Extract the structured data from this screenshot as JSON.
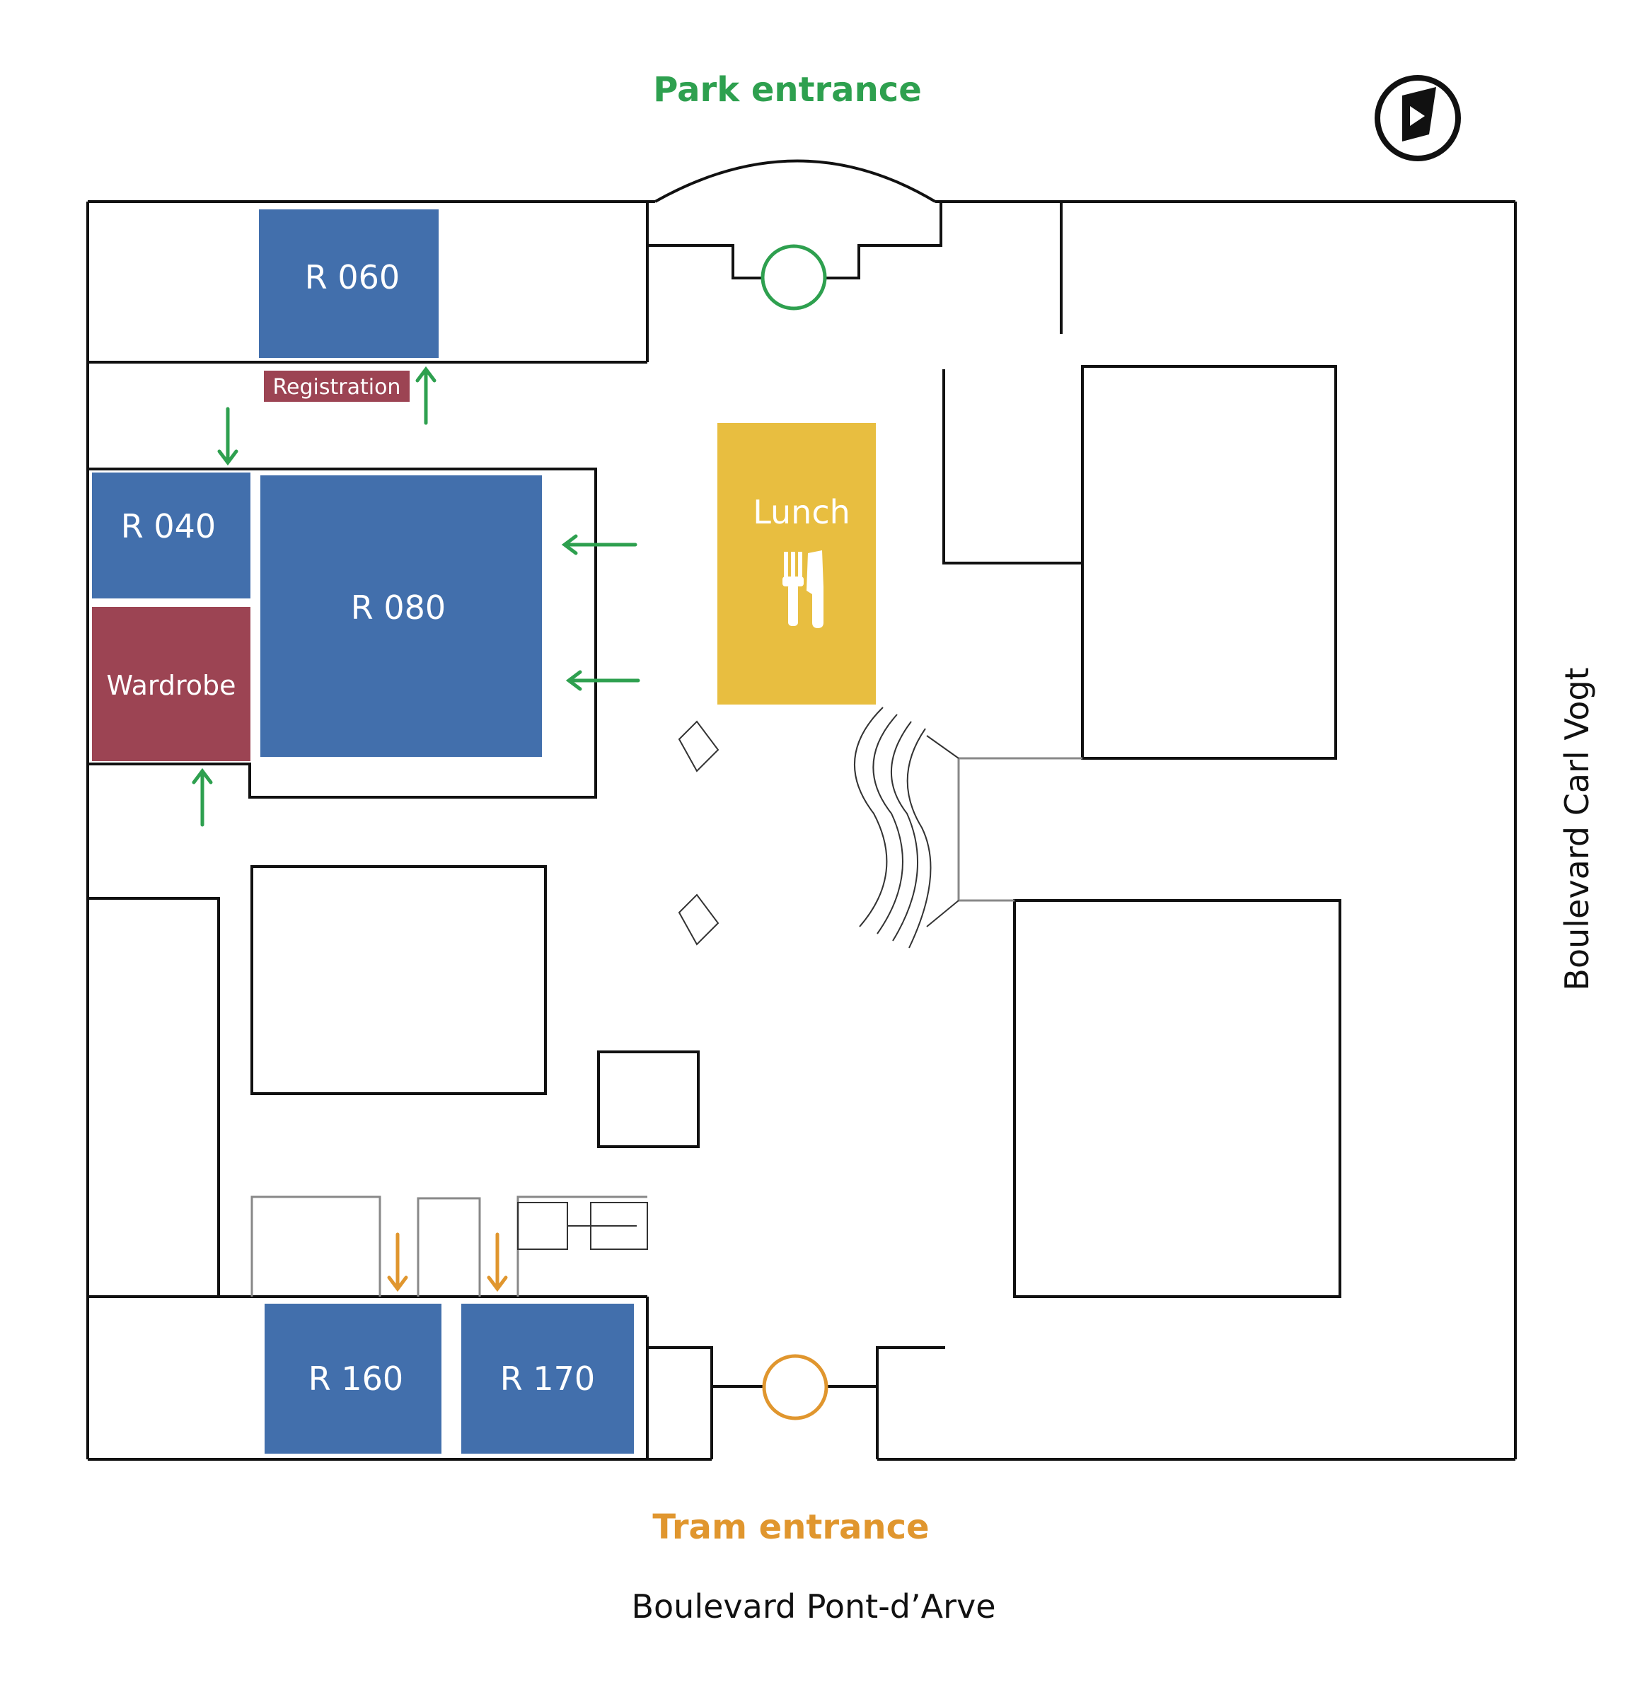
{
  "entrances": {
    "park": {
      "label": "Park entrance",
      "color": "#2ea04f"
    },
    "tram": {
      "label": "Tram entrance",
      "color": "#e0962e"
    }
  },
  "streets": {
    "south": "Boulevard Pont-d’Arve",
    "east": "Boulevard Carl Vogt"
  },
  "rooms": {
    "r060": "R 060",
    "r040": "R 040",
    "r080": "R 080",
    "r160": "R 160",
    "r170": "R 170"
  },
  "areas": {
    "registration": "Registration",
    "wardrobe": "Wardrobe",
    "lunch": "Lunch"
  },
  "colors": {
    "room_blue": "#426fac",
    "area_red": "#9c4453",
    "lunch_yellow": "#e8be40",
    "wall": "#111111"
  },
  "icons": {
    "compass": "compass-icon",
    "lunch": "fork-knife-icon"
  }
}
